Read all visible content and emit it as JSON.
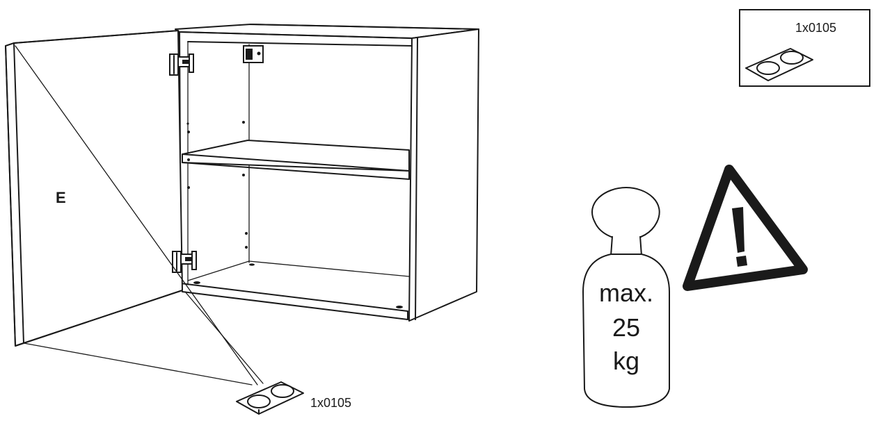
{
  "diagram": {
    "door_label": "E",
    "part_code_bottom": "1x0105",
    "part_code_box": "1x0105",
    "weight_line1": "max.",
    "weight_line2": "25",
    "weight_line3": "kg"
  },
  "icons": [
    "cabinet-illustration",
    "hinge-icon",
    "bumper-pad-icon",
    "weight-icon",
    "warning-triangle-icon"
  ]
}
